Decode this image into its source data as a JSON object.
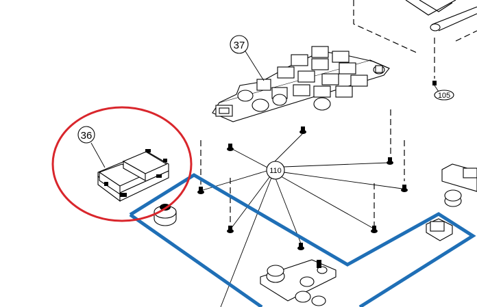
{
  "callouts": {
    "part_36": "36",
    "part_37": "37",
    "part_105": "105",
    "part_110": "110"
  },
  "colors": {
    "highlight_circle": "#d9262c",
    "highlight_outline": "#1f6fb6",
    "ink": "#000000",
    "background": "#ffffff"
  }
}
